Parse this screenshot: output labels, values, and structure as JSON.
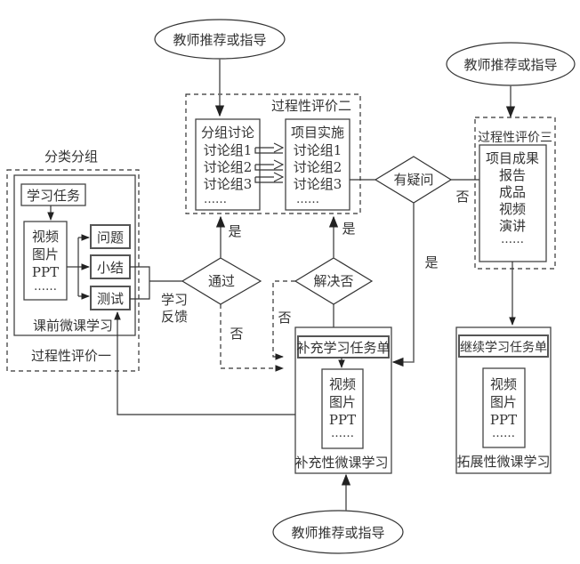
{
  "teacher_label": "教师推荐或指导",
  "pre_class": {
    "group_title": "分类分组",
    "task": "学习任务",
    "materials": [
      "视频",
      "图片",
      "PPT",
      "……"
    ],
    "outputs": [
      "问题",
      "小结",
      "测试"
    ],
    "caption": "课前微课学习",
    "eval": "过程性评价一"
  },
  "eval2": {
    "title": "过程性评价二",
    "left": [
      "分组讨论",
      "讨论组1",
      "讨论组2",
      "讨论组3",
      "……"
    ],
    "right": [
      "项目实施",
      "讨论组1",
      "讨论组2",
      "讨论组3",
      "……"
    ]
  },
  "eval3": {
    "title": "过程性评价三",
    "items": [
      "项目成果",
      "报告",
      "成品",
      "视频",
      "演讲",
      "……"
    ]
  },
  "decisions": {
    "pass": "通过",
    "resolved": "解决否",
    "doubt": "有疑问"
  },
  "labels": {
    "yes": "是",
    "no": "否",
    "feedback": [
      "学习",
      "反馈"
    ]
  },
  "supplement": {
    "task": "补充学习任务单",
    "materials": [
      "视频",
      "图片",
      "PPT",
      "……"
    ],
    "caption": "补充性微课学习"
  },
  "extension": {
    "task": "继续学习任务单",
    "materials": [
      "视频",
      "图片",
      "PPT",
      "……"
    ],
    "caption": "拓展性微课学习"
  }
}
